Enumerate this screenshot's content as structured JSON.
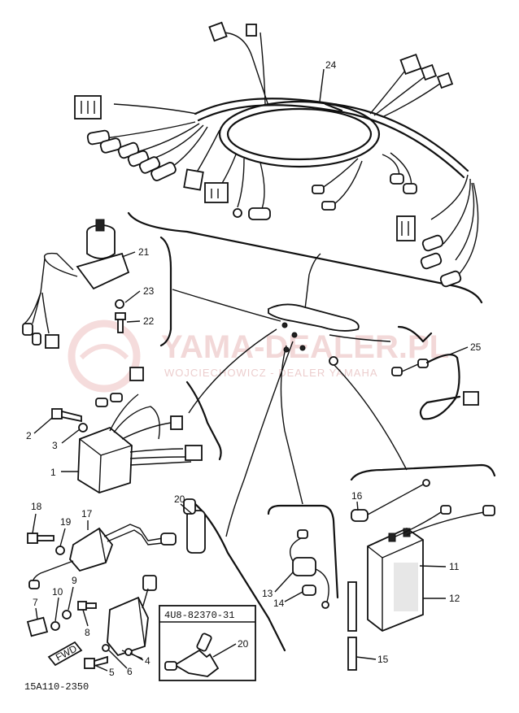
{
  "diagram": {
    "part_numbers": [
      "1",
      "2",
      "3",
      "4",
      "5",
      "6",
      "7",
      "8",
      "9",
      "10",
      "11",
      "12",
      "13",
      "14",
      "15",
      "17",
      "18",
      "19",
      "20",
      "21",
      "22",
      "23",
      "24",
      "25",
      "16"
    ],
    "variant_code": "4U8-82370-31",
    "variant_part_number": "20",
    "figure_code": "15A110-2350",
    "fwd_mark": "FWD"
  },
  "watermark": {
    "brand": "YAMA-DEALER.PL",
    "subtitle": "WOJCIECHOWICZ - DEALER YAMAHA"
  }
}
